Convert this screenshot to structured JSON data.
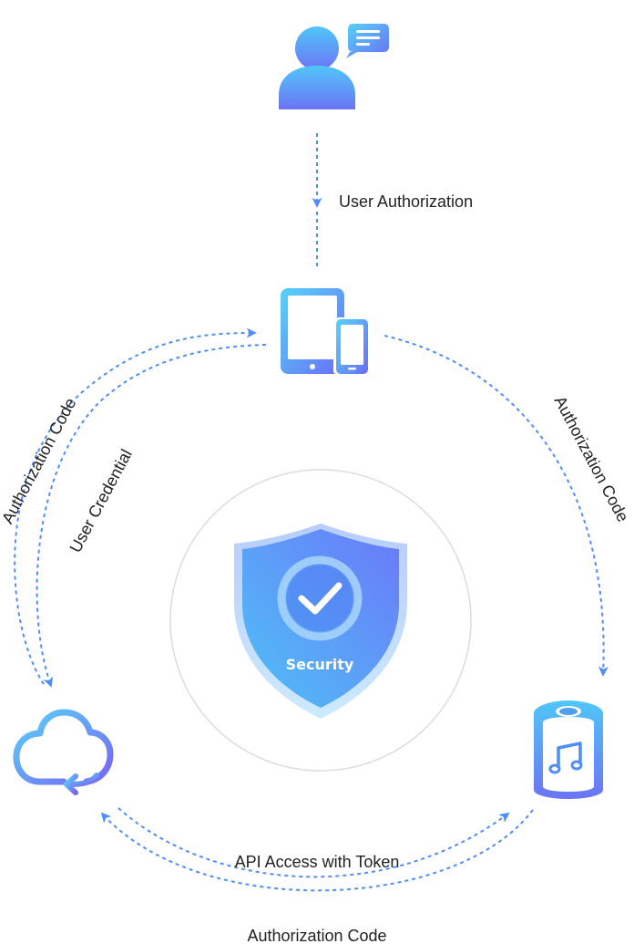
{
  "labels": {
    "user_authorization": "User Authorization",
    "authorization_code_left": "Authorization Code",
    "user_credential": "User Credential",
    "authorization_code_right": "Authorization Code",
    "api_access": "API Access with Token",
    "authorization_code_bottom": "Authorization Code",
    "security": "Security"
  },
  "icons": {
    "user": "user-with-chat-bubble-icon",
    "devices": "tablet-and-phone-icon",
    "cloud": "cloud-sync-icon",
    "speaker": "smart-speaker-music-icon",
    "shield": "security-shield-check-icon"
  },
  "colors": {
    "accent_blue": "#4f8ef7",
    "gradient_light": "#54c8f8",
    "gradient_dark": "#6f6ef8",
    "circle_border": "#dddddd",
    "text": "#222222"
  }
}
